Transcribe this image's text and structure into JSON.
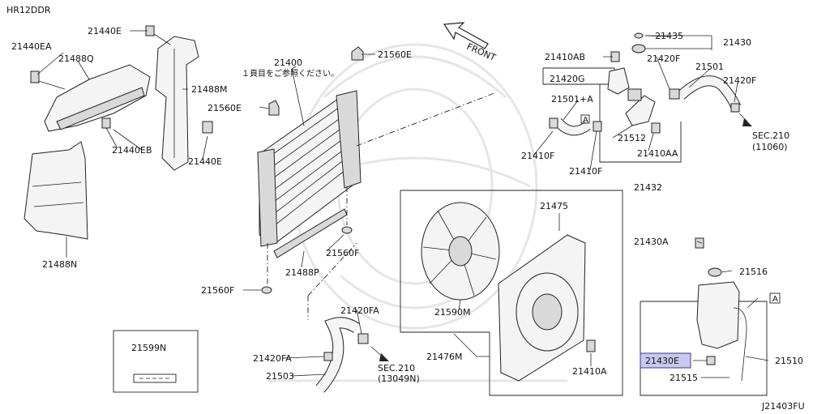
{
  "header": {
    "model_code": "HR12DDR",
    "diagram_code": "J21403FU"
  },
  "front_label": "FRONT",
  "radiator_note": "１頁目をご参照ください。",
  "highlight_color": "#c7c9ee",
  "labels": {
    "p21440EA": "21440EA",
    "p21488Q": "21488Q",
    "p21440E_top": "21440E",
    "p21488M": "21488M",
    "p21440EB": "21440EB",
    "p21440E_bottom": "21440E",
    "p21488N": "21488N",
    "p21400": "21400",
    "p21560E_top": "21560E",
    "p21560E_left": "21560E",
    "p21488P": "21488P",
    "p21560F_right": "21560F",
    "p21560F_left": "21560F",
    "p21420FA_top": "21420FA",
    "p21420FA_left": "21420FA",
    "p21503": "21503",
    "sec210_a": "SEC.210",
    "sec210_a_ref": "(13049N)",
    "p21599N": "21599N",
    "p21475": "21475",
    "p21590M": "21590M",
    "p21476M": "21476M",
    "p21410A": "21410A",
    "p21435": "21435",
    "p21430": "21430",
    "p21410AB": "21410AB",
    "p21420F_top": "21420F",
    "p21501": "21501",
    "p21420G": "21420G",
    "p21420F_right": "21420F",
    "p21501A": "21501+A",
    "ref_A_top": "A",
    "p21410F_left": "21410F",
    "p21512": "21512",
    "p21410AA": "21410AA",
    "sec210_b": "SEC.210",
    "sec210_b_ref": "(11060)",
    "p21410F_bottom": "21410F",
    "p21432": "21432",
    "p21430A": "21430A",
    "p21516": "21516",
    "ref_A_right": "A",
    "p21430E": "21430E",
    "p21510": "21510",
    "p21515": "21515"
  }
}
